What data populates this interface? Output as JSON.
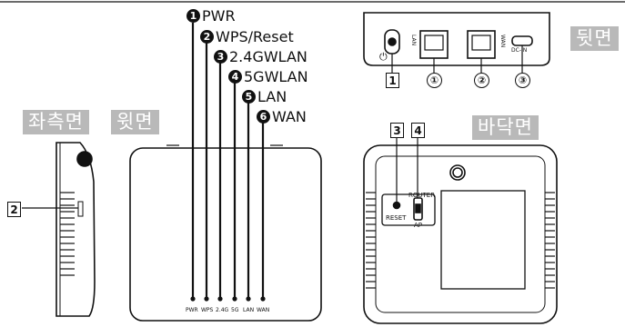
{
  "view_labels": {
    "left": "좌측면",
    "top": "윗면",
    "back": "뒷면",
    "bottom": "바닥면"
  },
  "led_callouts": [
    {
      "num": "1",
      "text": "PWR"
    },
    {
      "num": "2",
      "text": "WPS/Reset"
    },
    {
      "num": "3",
      "text": "2.4GWLAN"
    },
    {
      "num": "4",
      "text": "5GWLAN"
    },
    {
      "num": "5",
      "text": "LAN"
    },
    {
      "num": "6",
      "text": "WAN"
    }
  ],
  "led_labels": [
    "PWR",
    "WPS",
    "2.4G",
    "5G",
    "LAN",
    "WAN"
  ],
  "back_panel": {
    "box_markers": [
      "1"
    ],
    "circle_markers": [
      "①",
      "②",
      "③"
    ],
    "port_labels": {
      "lan": "LAN",
      "wan": "WAN",
      "dcin": "DC-IN"
    }
  },
  "bottom_panel": {
    "box_markers": [
      "3",
      "4"
    ],
    "reset_label": "RESET",
    "switch_top": "ROUTER",
    "switch_bottom": "AP"
  },
  "left_panel": {
    "box_markers": [
      "2"
    ]
  }
}
